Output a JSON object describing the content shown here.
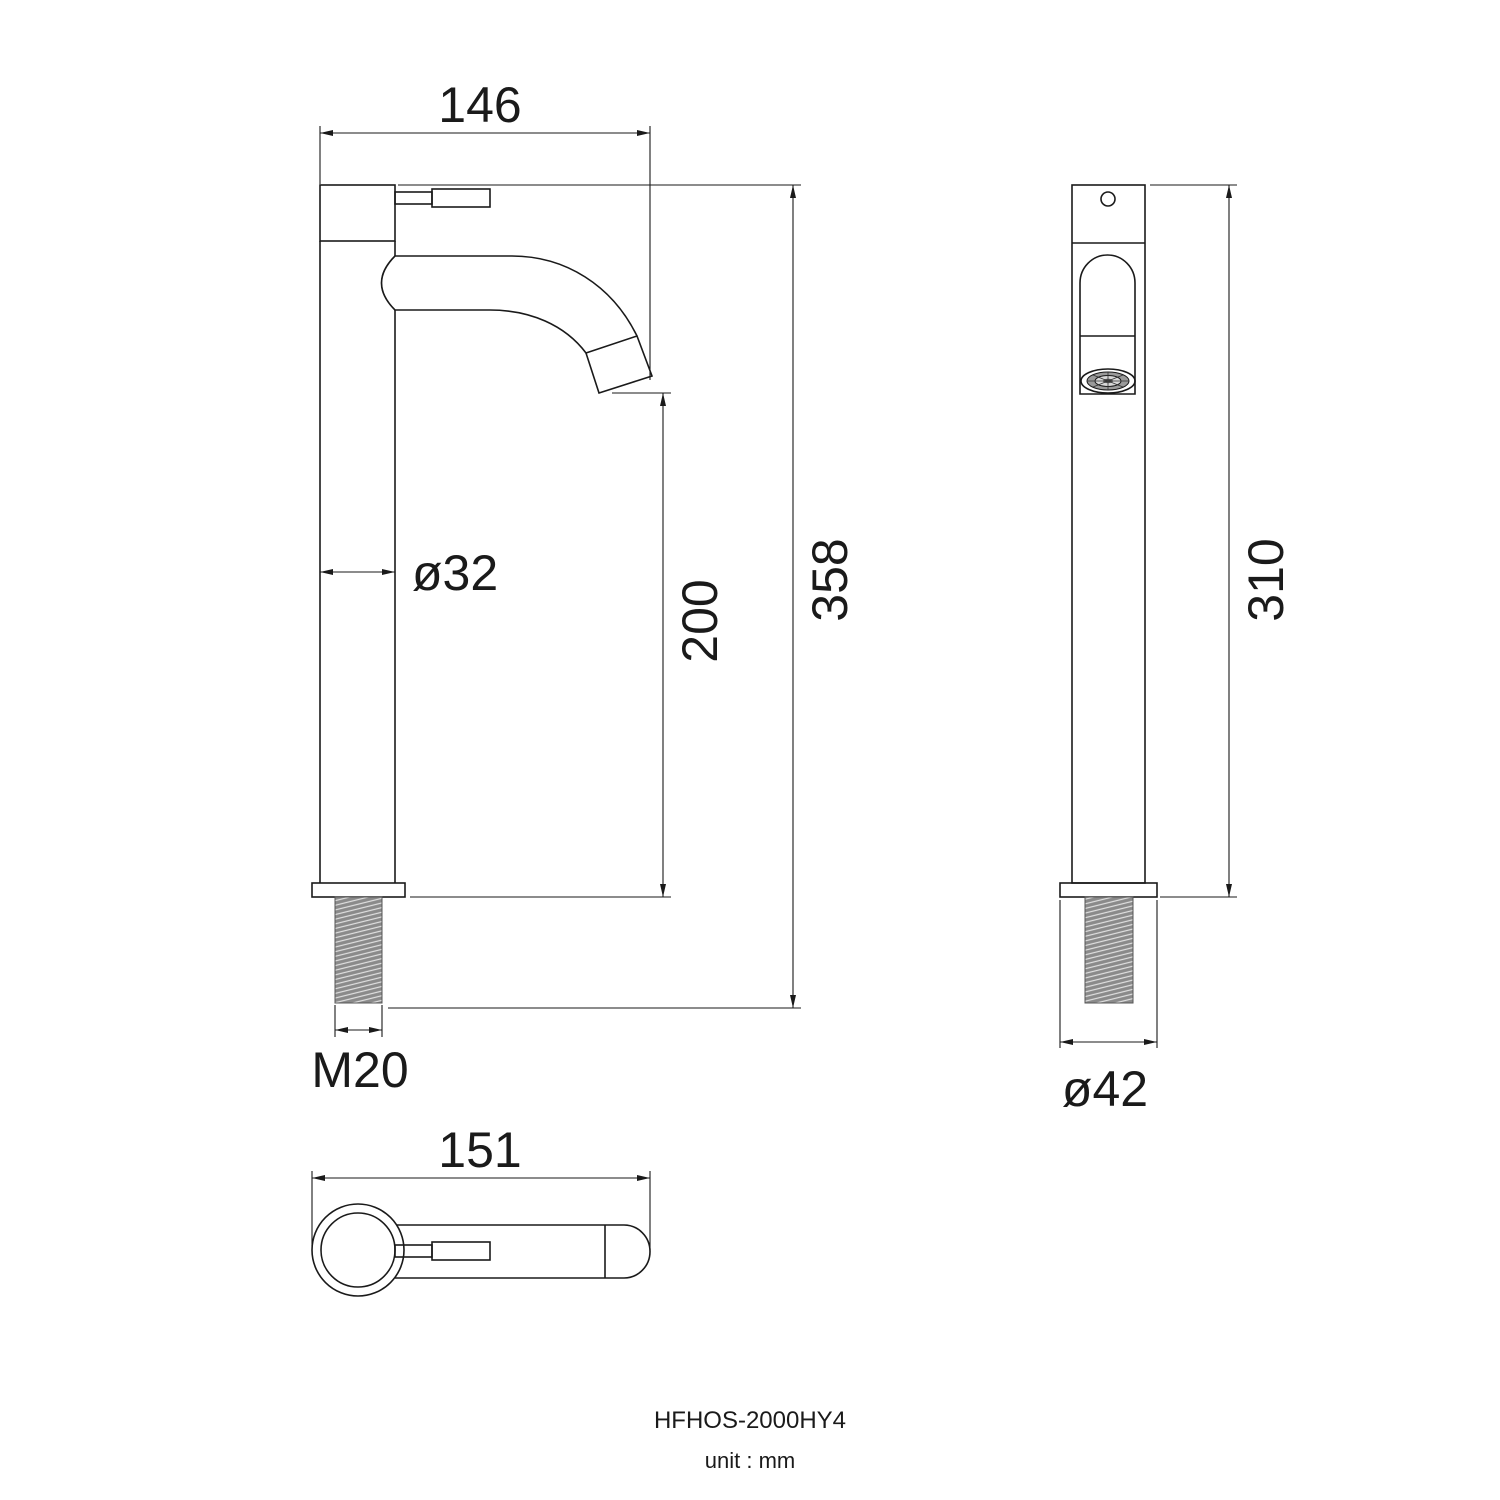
{
  "side_view": {
    "width_label": "146",
    "body_diameter_label": "ø32",
    "spout_height_label": "200",
    "total_height_label": "358",
    "thread_label": "M20"
  },
  "front_view": {
    "height_label": "310",
    "base_diameter_label": "ø42"
  },
  "top_view": {
    "length_label": "151"
  },
  "footer": {
    "model": "HFHOS-2000HY4",
    "unit": "unit : mm"
  },
  "colors": {
    "line": "#1a1a1a",
    "thread": "#8a8a8a",
    "background": "#ffffff"
  }
}
